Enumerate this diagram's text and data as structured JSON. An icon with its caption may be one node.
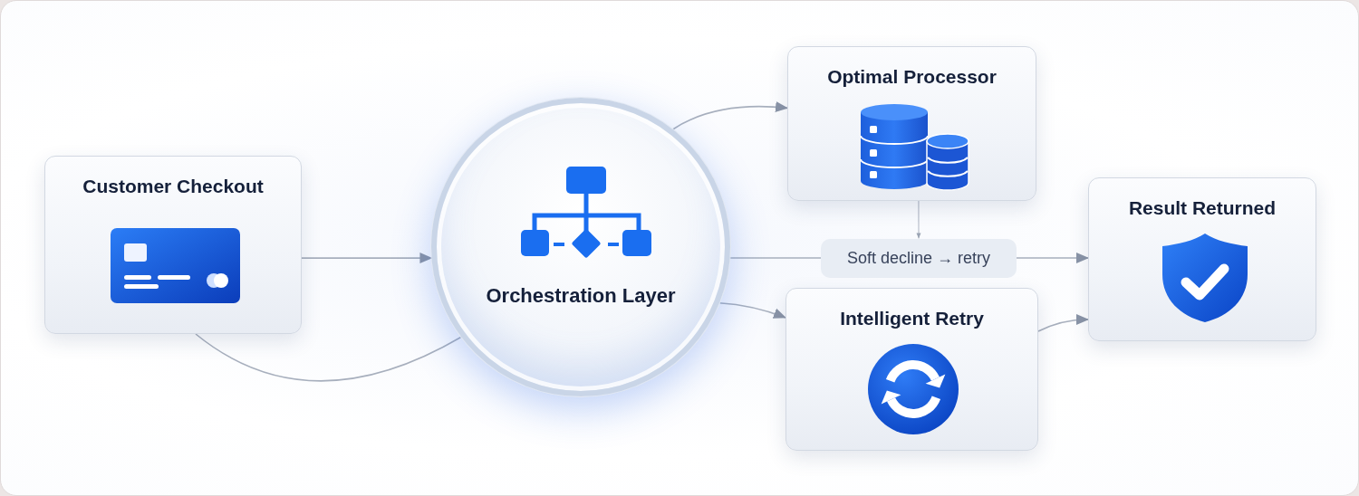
{
  "diagram": {
    "nodes": [
      {
        "text": [
          "Customer Checkout"
        ]
      },
      {
        "text": [
          "Orchestration Layer"
        ]
      },
      {
        "text": [
          "Optimal Processor"
        ]
      },
      {
        "text": [
          "Soft decline → retry"
        ]
      },
      {
        "text": [
          "Intelligent Retry"
        ]
      },
      {
        "text": [
          "Result Returned"
        ]
      }
    ],
    "edges": [
      {
        "from": 0,
        "to": 1,
        "arrow": "to"
      },
      {
        "from": 0,
        "to": 1,
        "arrow": "none"
      },
      {
        "from": 1,
        "to": 2,
        "arrow": "to"
      },
      {
        "from": 1,
        "to": 3,
        "arrow": "none"
      },
      {
        "from": 3,
        "to": 5,
        "arrow": "to"
      },
      {
        "from": 2,
        "to": 3,
        "arrow": "to"
      },
      {
        "from": 1,
        "to": 4,
        "arrow": "to"
      },
      {
        "from": 4,
        "to": 5,
        "arrow": "to"
      }
    ]
  }
}
